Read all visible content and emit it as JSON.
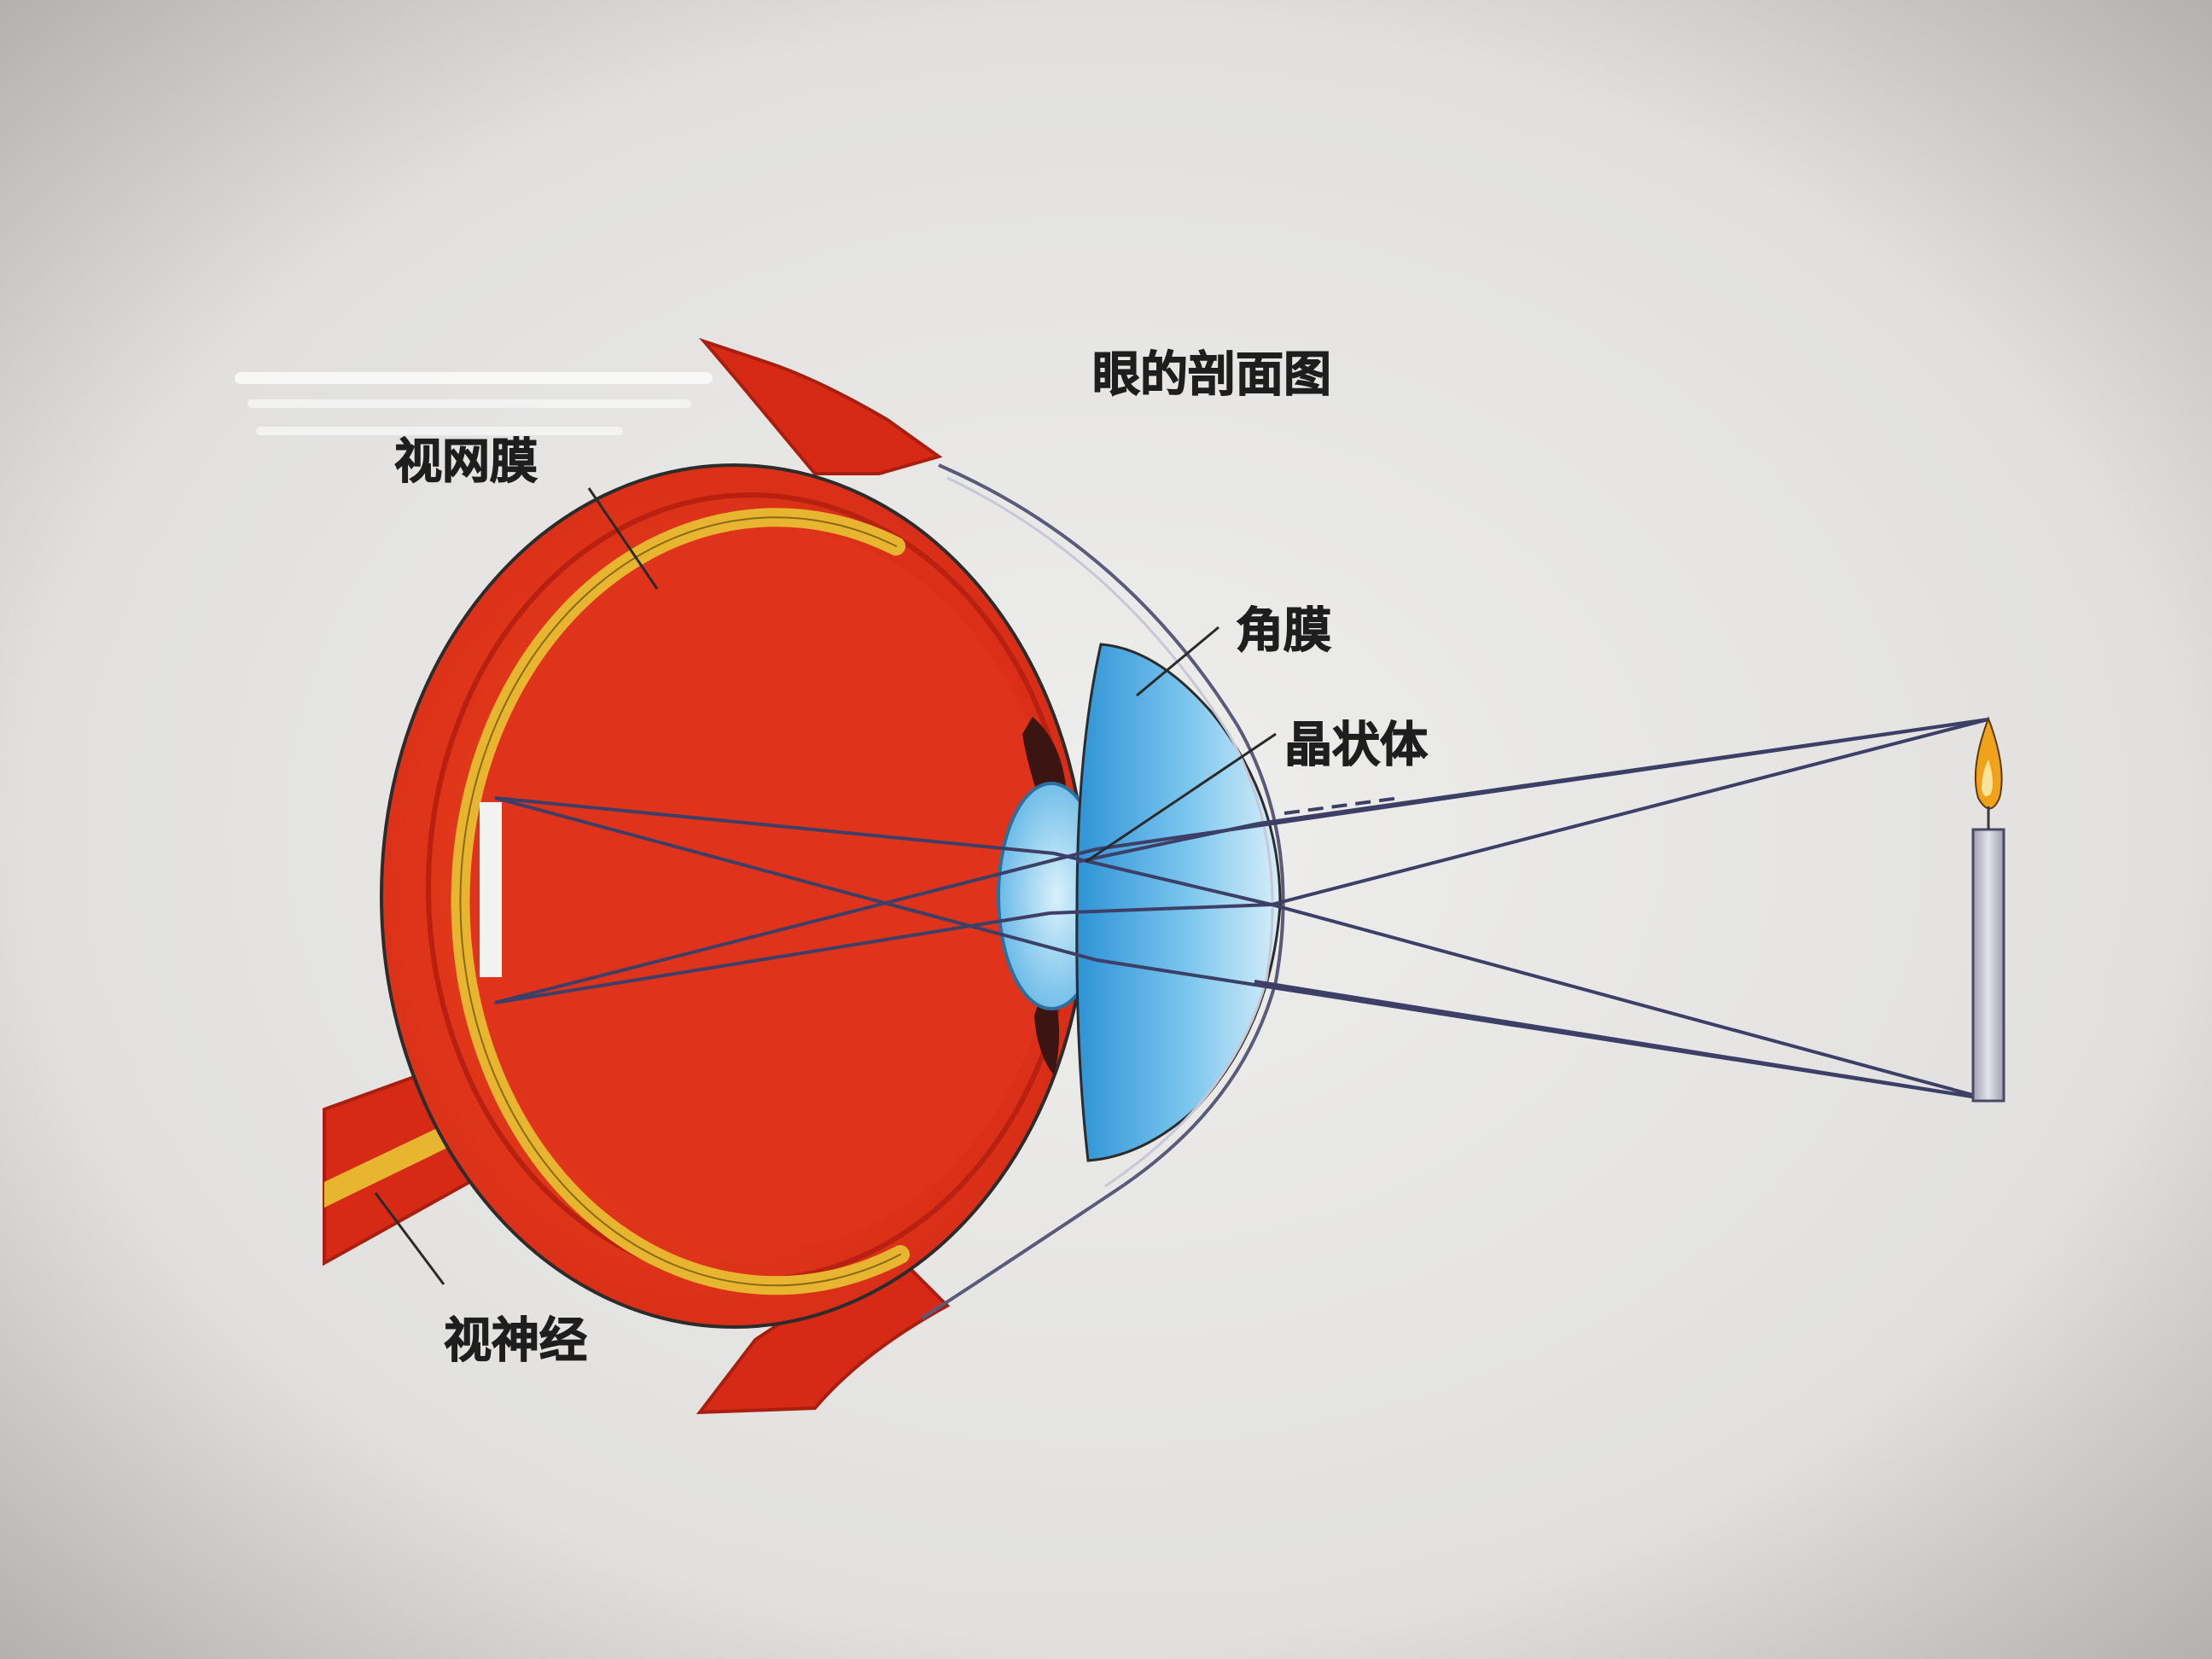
{
  "title": "眼的剖面图",
  "labels": {
    "retina": "视网膜",
    "cornea": "角膜",
    "lens": "晶状体",
    "optic_nerve": "视神经"
  },
  "colors": {
    "eyeball": "#e0331b",
    "sclera_edge": "#b8200f",
    "retina_yellow": "#e8b531",
    "cornea_blue": "#4fb1e4",
    "lens_blue": "#8fd3f3",
    "ray": "#3d3f66",
    "candle": "#c3c3cf",
    "flame": "#f0a21a",
    "background": "#e6e5e3"
  }
}
